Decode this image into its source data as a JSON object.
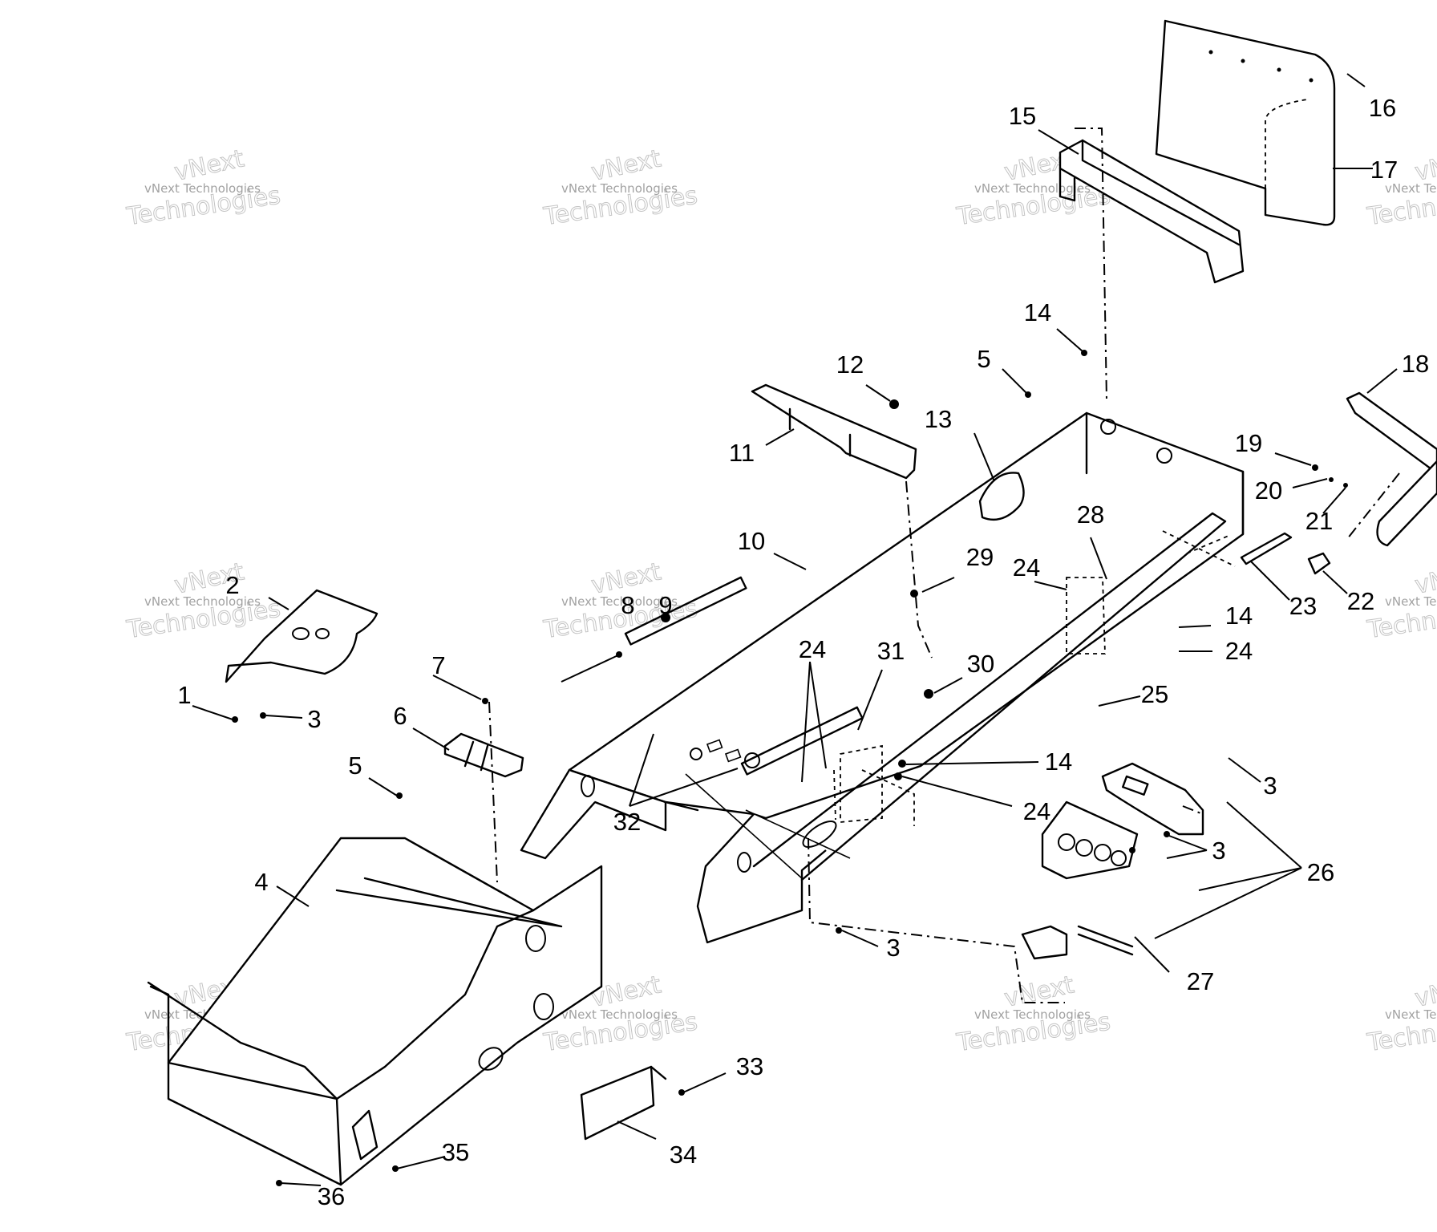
{
  "watermark": {
    "line1": "vNext Technologies",
    "line2": "Technologies",
    "outline": "vNext"
  },
  "callouts": [
    "1",
    "2",
    "3",
    "4",
    "5",
    "6",
    "7",
    "8",
    "9",
    "10",
    "11",
    "12",
    "13",
    "14",
    "15",
    "16",
    "17",
    "18",
    "19",
    "20",
    "21",
    "22",
    "23",
    "24",
    "25",
    "26",
    "27",
    "28",
    "29",
    "30",
    "31",
    "32",
    "33",
    "34",
    "35",
    "36"
  ]
}
